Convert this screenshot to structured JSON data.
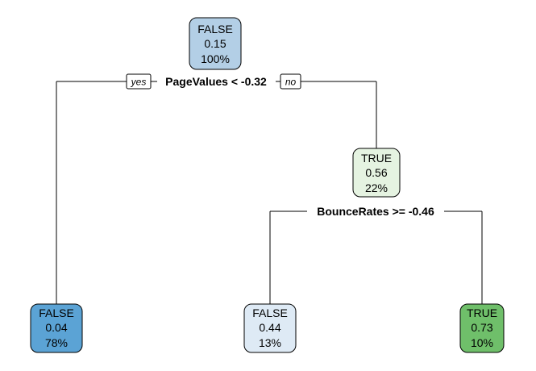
{
  "nodes": [
    {
      "id": "root",
      "class_label": "FALSE",
      "prob": "0.15",
      "pct": "100%",
      "color": "#b3cfe6"
    },
    {
      "id": "n2",
      "class_label": "FALSE",
      "prob": "0.04",
      "pct": "78%",
      "color": "#5ba3d5"
    },
    {
      "id": "n3",
      "class_label": "TRUE",
      "prob": "0.56",
      "pct": "22%",
      "color": "#e5f3e1"
    },
    {
      "id": "n6",
      "class_label": "FALSE",
      "prob": "0.44",
      "pct": "13%",
      "color": "#deeaf5"
    },
    {
      "id": "n7",
      "class_label": "TRUE",
      "prob": "0.73",
      "pct": "10%",
      "color": "#6fbf6a"
    }
  ],
  "splits": [
    {
      "id": "s1",
      "rule": "PageValues < -0.32",
      "yes_label": "yes",
      "no_label": "no"
    },
    {
      "id": "s2",
      "rule": "BounceRates >= -0.46"
    }
  ]
}
